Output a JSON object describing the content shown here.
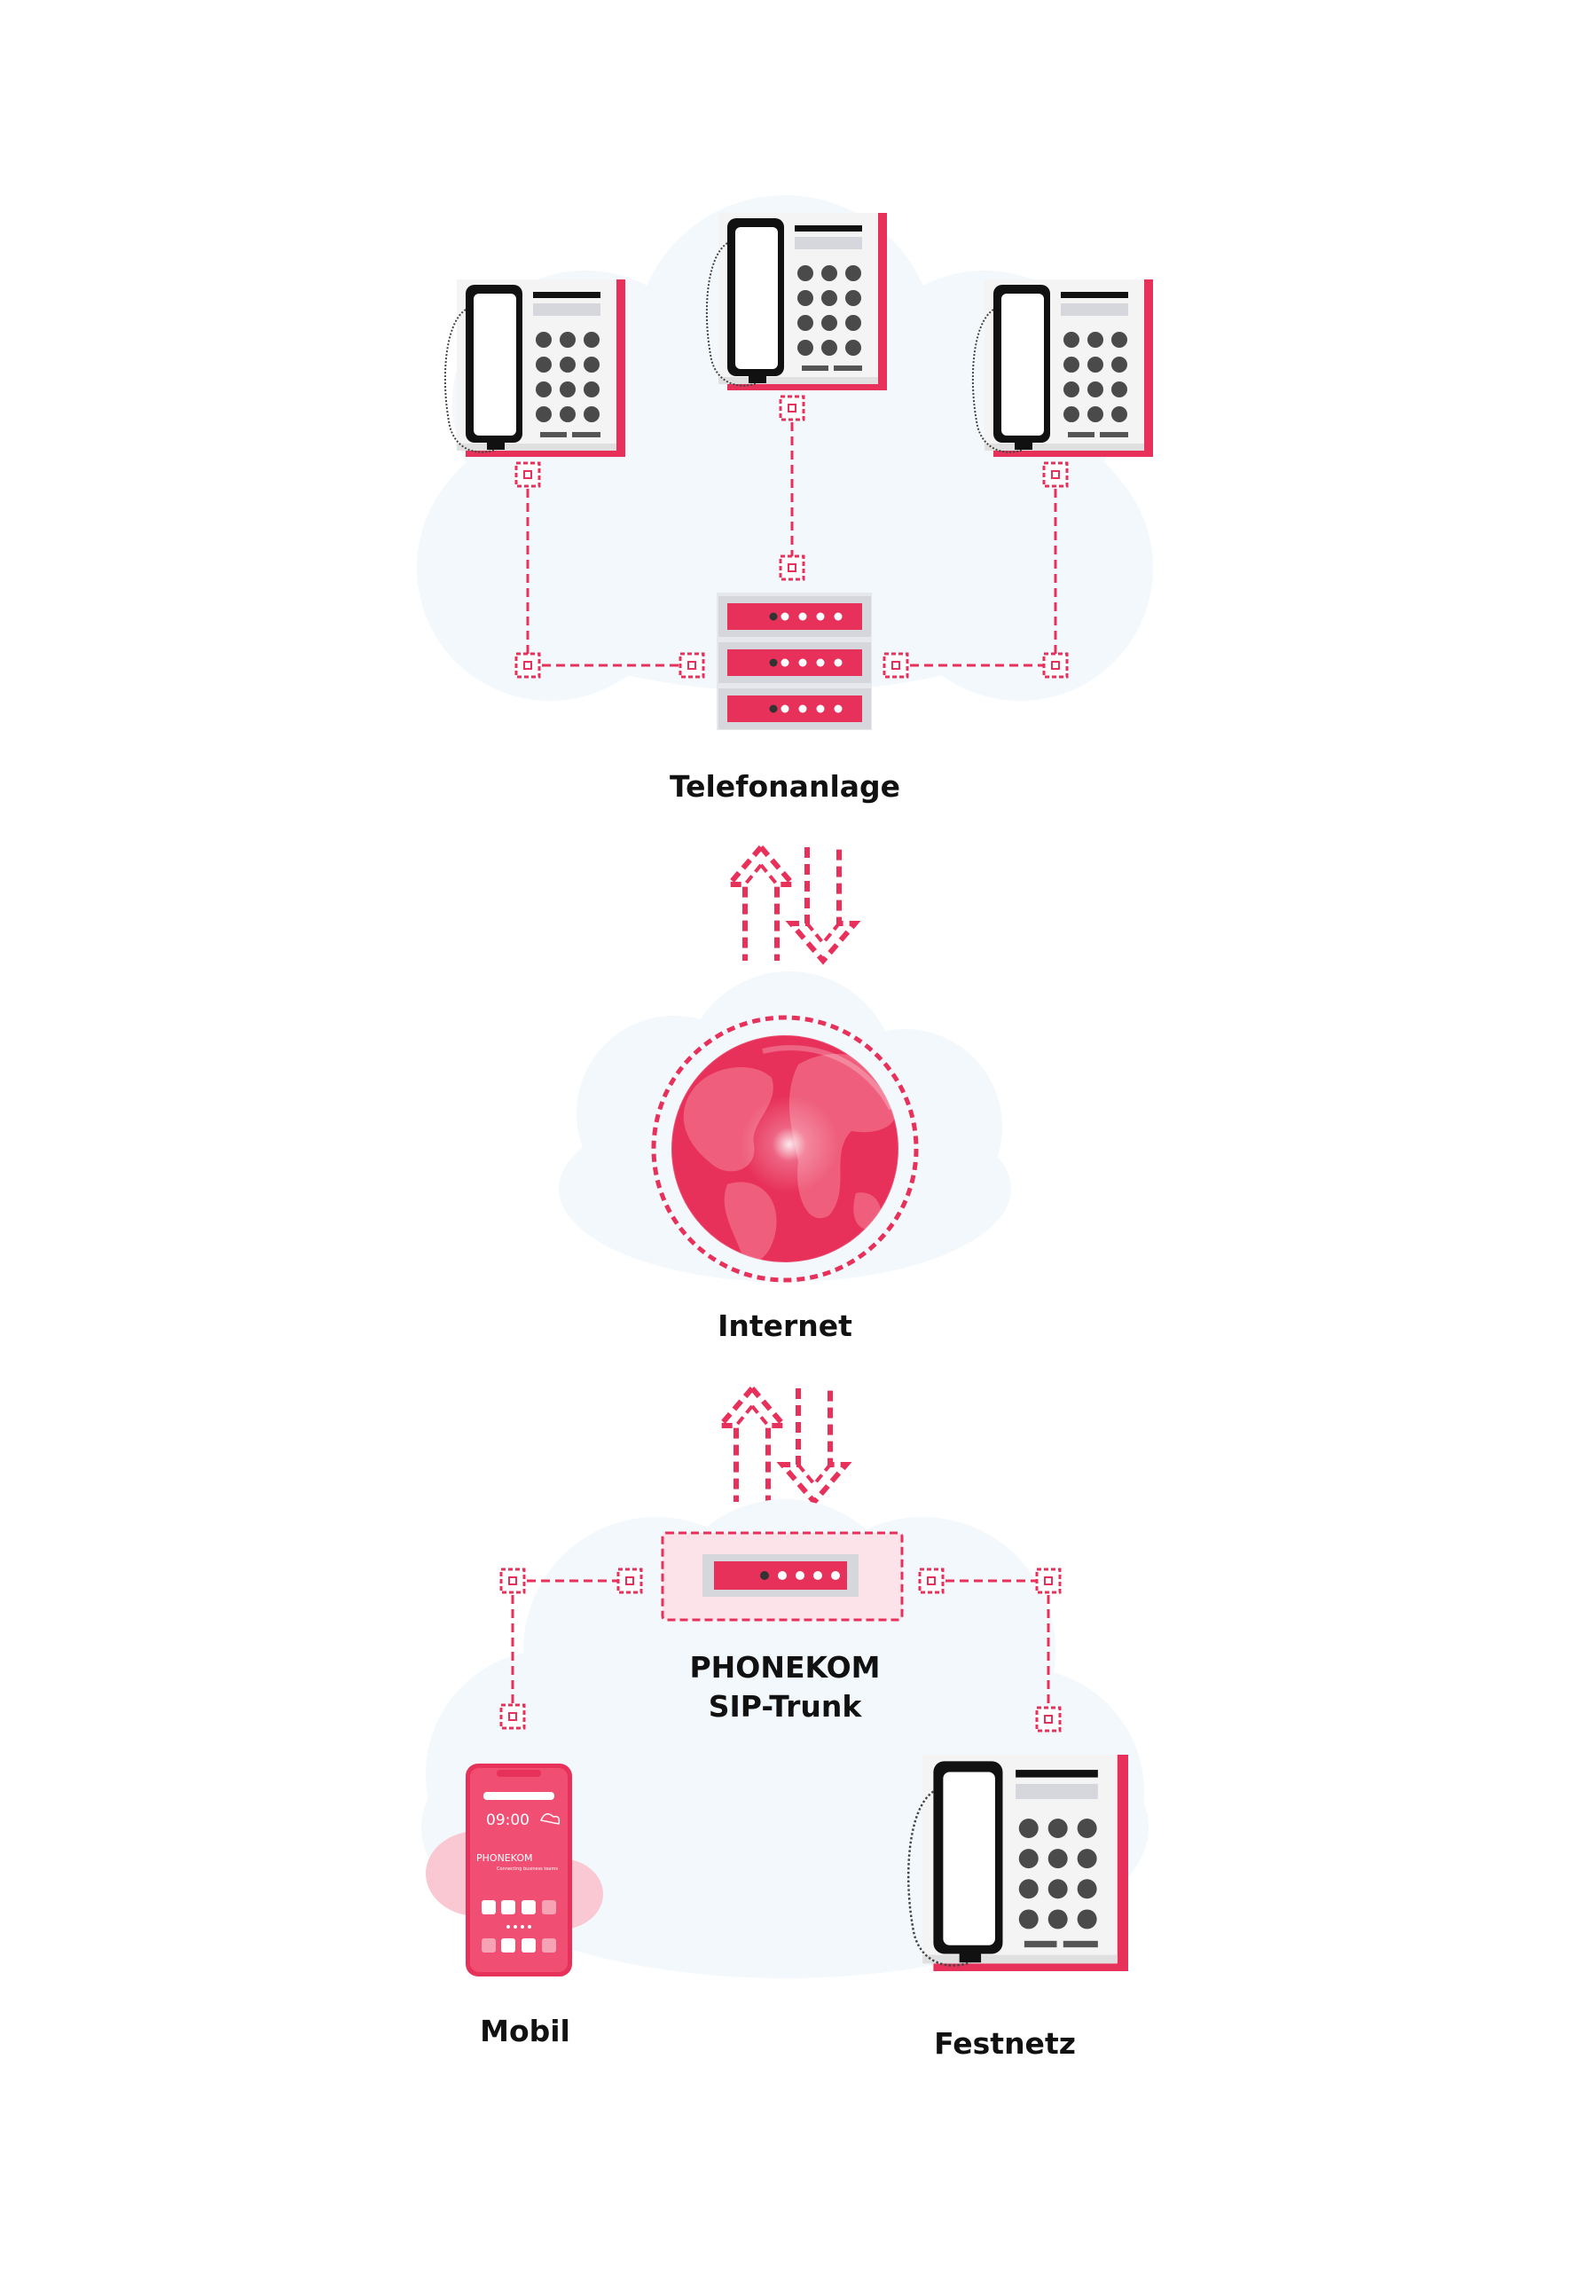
{
  "labels": {
    "pbx": "Telefonanlage",
    "internet": "Internet",
    "sip_line1": "PHONEKOM",
    "sip_line2": "SIP-Trunk",
    "mobile": "Mobil",
    "landline": "Festnetz"
  },
  "phone_screen": {
    "time": "09:00",
    "brand": "PHONEKOM",
    "tagline": "Connecting business teams"
  },
  "colors": {
    "accent": "#E8315A",
    "accent_light": "#F26F8A",
    "cloud": "#F3F8FC",
    "device_body": "#F4F4F4",
    "device_gray": "#D5D7DD",
    "text": "#111111"
  }
}
